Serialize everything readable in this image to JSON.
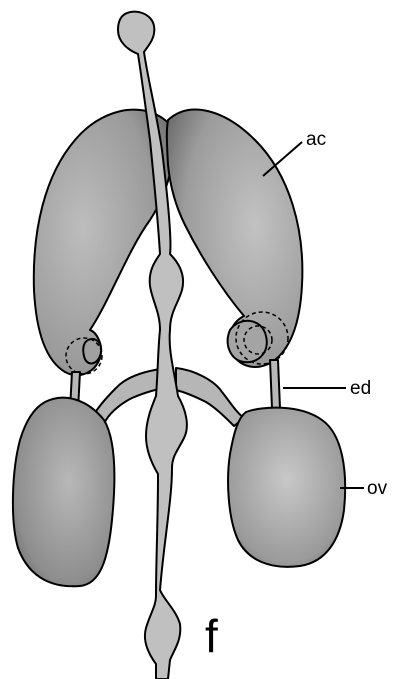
{
  "figure": {
    "panel_letter": "f",
    "labels": {
      "ac": "ac",
      "ed": "ed",
      "ov": "ov"
    }
  },
  "colors": {
    "background": "#ffffff",
    "outline": "#000000",
    "organ_light": "#c4c4c4",
    "organ_dark": "#6e6e6e",
    "tube_fill": "#c0c0c0"
  }
}
